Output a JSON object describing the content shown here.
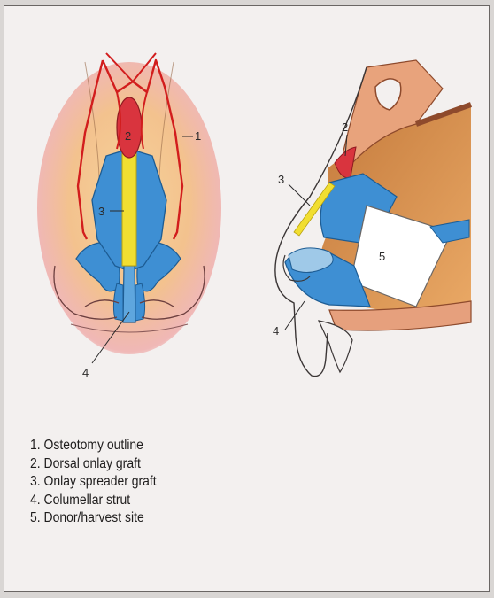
{
  "callouts": {
    "front": [
      "1",
      "2",
      "3",
      "4"
    ],
    "side": [
      "2",
      "3",
      "4",
      "5"
    ]
  },
  "legend": [
    "1. Osteotomy outline",
    "2. Dorsal onlay graft",
    "3. Onlay spreader graft",
    "4. Columellar strut",
    "5. Donor/harvest site"
  ],
  "colors": {
    "graft_blue": "#3e8fd3",
    "spreader_yellow": "#f1de31",
    "dorsal_red": "#d9343e",
    "osteotomy_red": "#d21d1d",
    "skin_peach": "#f0b989",
    "tissue_orange": "#cf8a4d"
  }
}
